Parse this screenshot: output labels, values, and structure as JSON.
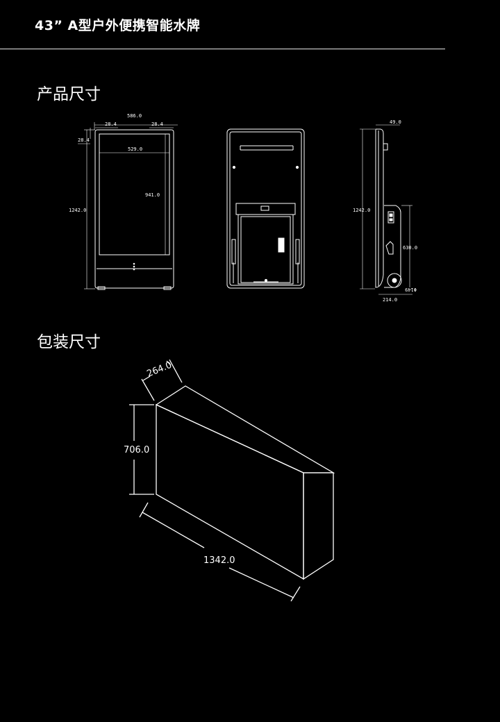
{
  "header": {
    "title": "43” A型户外便携智能水牌"
  },
  "sections": {
    "product": {
      "title": "产品尺寸"
    },
    "package": {
      "title": "包装尺寸"
    }
  },
  "front_view": {
    "overall_width": "586.0",
    "side_margin_left": "28.4",
    "side_margin_right": "28.4",
    "top_margin": "28.4",
    "screen_width": "529.0",
    "screen_height": "941.0",
    "overall_height": "1242.0"
  },
  "side_view": {
    "thickness": "49.0",
    "overall_height": "1242.0",
    "stand_height": "630.0",
    "base_depth": "214.0",
    "wheel_diameter": "Φ149"
  },
  "package_box": {
    "depth": "264.0",
    "height": "706.0",
    "length": "1342.0"
  },
  "colors": {
    "background": "#000000",
    "line": "#ffffff"
  }
}
